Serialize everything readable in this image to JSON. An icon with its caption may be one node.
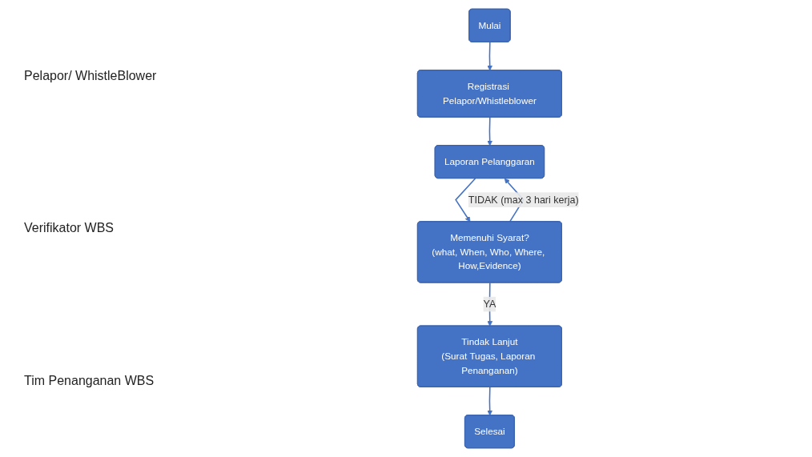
{
  "diagram": {
    "nodes": [
      {
        "text": [
          "Mulai"
        ]
      },
      {
        "text": [
          "Registrasi Pelapor/Whistleblower"
        ]
      },
      {
        "text": [
          "Selesai"
        ]
      },
      {
        "text": [
          "Laporan Pelanggaran"
        ]
      },
      {
        "text": [
          "Memenuhi Syarat?",
          "(what, When, Who, Where, How,Evidence)"
        ]
      },
      {
        "text": [
          "Tindak Lanjut",
          "(Surat Tugas, Laporan Penanganan)"
        ]
      }
    ],
    "edges": [
      {
        "from": 0,
        "to": 1,
        "arrow": "to"
      },
      {
        "from": 1,
        "to": 3,
        "arrow": "to"
      },
      {
        "from": 3,
        "to": 4,
        "arrow": "to"
      },
      {
        "from": 4,
        "to": 3,
        "arrow": "to",
        "label": "TIDAK (max 3 hari kerja)"
      },
      {
        "from": 4,
        "to": 5,
        "arrow": "to",
        "label": "YA"
      },
      {
        "from": 5,
        "to": 2,
        "arrow": "to"
      }
    ],
    "labels": [
      "Pelapor/ WhistleBlower",
      "Verifikator WBS",
      "Tim Penanganan WBS"
    ]
  }
}
